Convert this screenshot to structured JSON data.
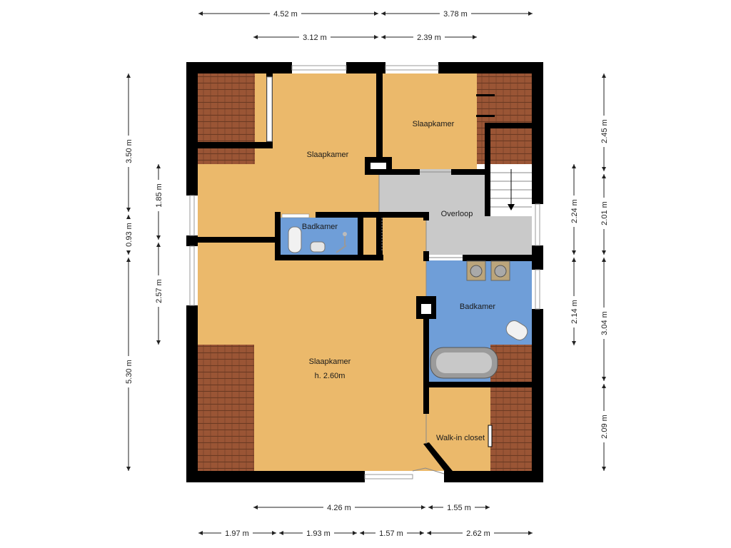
{
  "rooms": {
    "slaapkamer_nw": "Slaapkamer",
    "slaapkamer_ne": "Slaapkamer",
    "slaapkamer_main": "Slaapkamer",
    "slaapkamer_main_height": "h. 2.60m",
    "badkamer_small": "Badkamer",
    "badkamer_large": "Badkamer",
    "overloop": "Overloop",
    "walkin": "Walk-in closet"
  },
  "dimensions": {
    "top_row1": [
      "4.52 m",
      "3.78 m"
    ],
    "top_row2": [
      "3.12 m",
      "2.39 m"
    ],
    "bottom_row1": [
      "4.26 m",
      "1.55 m"
    ],
    "bottom_row2": [
      "1.97 m",
      "1.93 m",
      "1.57 m",
      "2.62 m"
    ],
    "left_outer": [
      "3.50 m",
      "0.93 m",
      "5.30 m"
    ],
    "left_inner": [
      "1.85 m",
      "2.57 m"
    ],
    "right_inner": [
      "2.24 m",
      "2.14 m"
    ],
    "right_outer": [
      "2.45 m",
      "2.01 m",
      "3.04 m",
      "2.09 m"
    ]
  },
  "colors": {
    "bedroom": "#ebb96b",
    "bathroom": "#6f9ed8",
    "hallway": "#c9c9c9",
    "wall": "#000000",
    "roof_tile": "#9a5535"
  }
}
